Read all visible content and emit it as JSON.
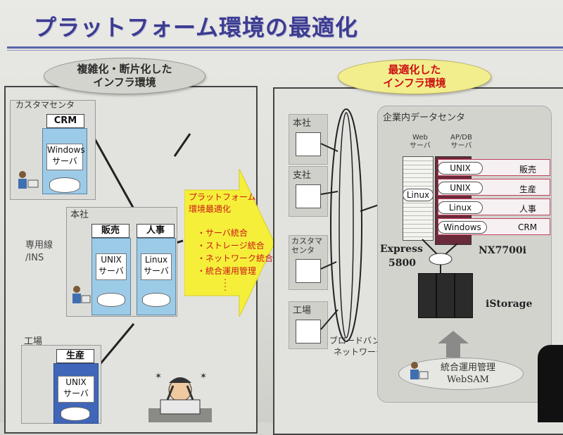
{
  "title": "プラットフォーム環境の最適化",
  "left": {
    "bubble": [
      "複雑化・断片化した",
      "インフラ環境"
    ],
    "customer_center": "カスタマセンタ",
    "crm": "CRM",
    "windows_server": [
      "Windows",
      "サーバ"
    ],
    "dedicated_line": [
      "専用線",
      "/INS"
    ],
    "hq": "本社",
    "sales": "販売",
    "hr": "人事",
    "unix_server": [
      "UNIX",
      "サーバ"
    ],
    "linux_server": [
      "Linux",
      "サーバ"
    ],
    "factory": "工場",
    "production": "生産",
    "factory_server": [
      "UNIX",
      "サーバ"
    ]
  },
  "arrow": {
    "heading": [
      "プラットフォーム",
      "環境最適化"
    ],
    "items": [
      "・サーバ統合",
      "・ストレージ統合",
      "・ネットワーク統合",
      "・統合運用管理"
    ],
    "dots": [
      ":",
      ":"
    ]
  },
  "right": {
    "bubble": [
      "最適化した",
      "インフラ環境"
    ],
    "sites": [
      "本社",
      "支社",
      [
        "カスタマ",
        "センタ"
      ],
      "工場"
    ],
    "network": [
      "ブロードバンド",
      "ネットワーク"
    ],
    "dc_title": "企業内データセンタ",
    "web_server": [
      "Web",
      "サーバ"
    ],
    "apdb_server": [
      "AP/DB",
      "サーバ"
    ],
    "linux": "Linux",
    "partitions": [
      {
        "os": "UNIX",
        "app": "販売"
      },
      {
        "os": "UNIX",
        "app": "生産"
      },
      {
        "os": "Linux",
        "app": "人事"
      },
      {
        "os": "Windows",
        "app": "CRM"
      }
    ],
    "express": [
      "Express",
      "5800"
    ],
    "nx": "NX7700i",
    "istorage": "iStorage",
    "mgmt": [
      "統合運用管理",
      "WebSAM"
    ]
  },
  "colors": {
    "title": "#3c3c92",
    "arrow": "#f5ef3a",
    "accent_red": "#cc1818"
  }
}
